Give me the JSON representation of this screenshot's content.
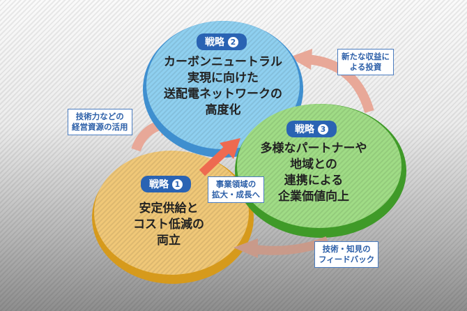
{
  "strategies": [
    {
      "badge": "戦略",
      "number": "1",
      "lines": [
        "安定供給と",
        "コスト低減の",
        "両立"
      ],
      "color": "#e8b44a"
    },
    {
      "badge": "戦略",
      "number": "2",
      "lines": [
        "カーボンニュートラル",
        "実現に向けた",
        "送配電ネットワークの",
        "高度化"
      ],
      "color": "#7cc7ec"
    },
    {
      "badge": "戦略",
      "number": "3",
      "lines": [
        "多様なパートナーや",
        "地域との",
        "連携による",
        "企業価値向上"
      ],
      "color": "#8fd46e"
    }
  ],
  "callouts": {
    "resources": [
      "技術力などの",
      "経営資源の活用"
    ],
    "investment": [
      "新たな収益に",
      "よる投資"
    ],
    "expansion": [
      "事業領域の",
      "拡大・成長へ"
    ],
    "feedback": [
      "技術・知見の",
      "フィードバック"
    ]
  }
}
